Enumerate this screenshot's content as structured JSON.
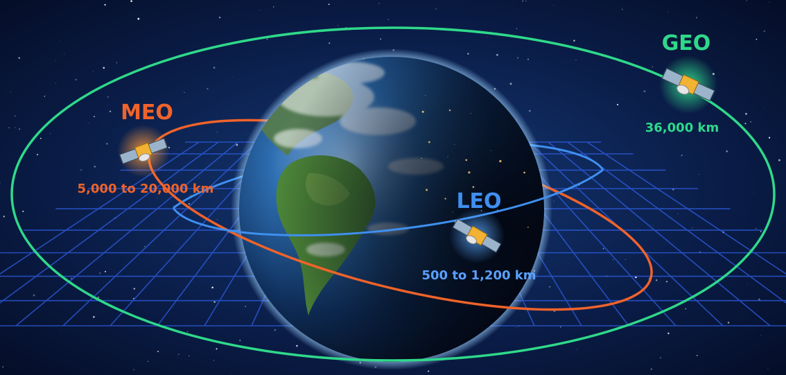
{
  "orbits": {
    "geo": {
      "name": "GEO",
      "altitude": "36,000 km",
      "color": "#2fd98a"
    },
    "meo": {
      "name": "MEO",
      "altitude": "5,000 to 20,000 km",
      "color": "#f0632a"
    },
    "leo": {
      "name": "LEO",
      "altitude": "500 to 1,200 km",
      "color": "#3f8ff0"
    }
  },
  "colors": {
    "space": "#071230",
    "grid": "#2f5fe6",
    "ocean": "#1b4f8a",
    "land": "#4f8a3a"
  }
}
